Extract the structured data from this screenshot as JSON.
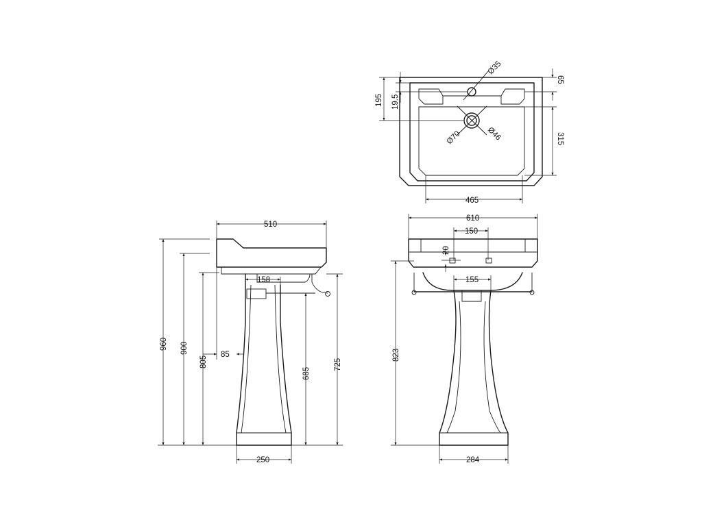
{
  "dimensions": {
    "top_view": {
      "tap_hole_dia": "Ø35",
      "depth_total": "195",
      "depth_to_tap": "19.5",
      "rim_depth": "65",
      "bowl_depth": "315",
      "waste_outer_dia": "Ø70",
      "waste_inner_dia": "Ø46",
      "bowl_width": "465"
    },
    "side_view": {
      "basin_depth": "510",
      "overall_height": "960",
      "rim_height": "900",
      "bowl_base_height": "805",
      "wall_offset": "85",
      "waste_offset": "158",
      "pedestal_width": "250",
      "trap_height_low": "685",
      "trap_height_high": "725"
    },
    "front_view": {
      "basin_width": "610",
      "tap_centre_spacing": "150",
      "tap_rise": "20",
      "waste_width": "155",
      "rail_height": "823",
      "pedestal_width": "284"
    }
  }
}
